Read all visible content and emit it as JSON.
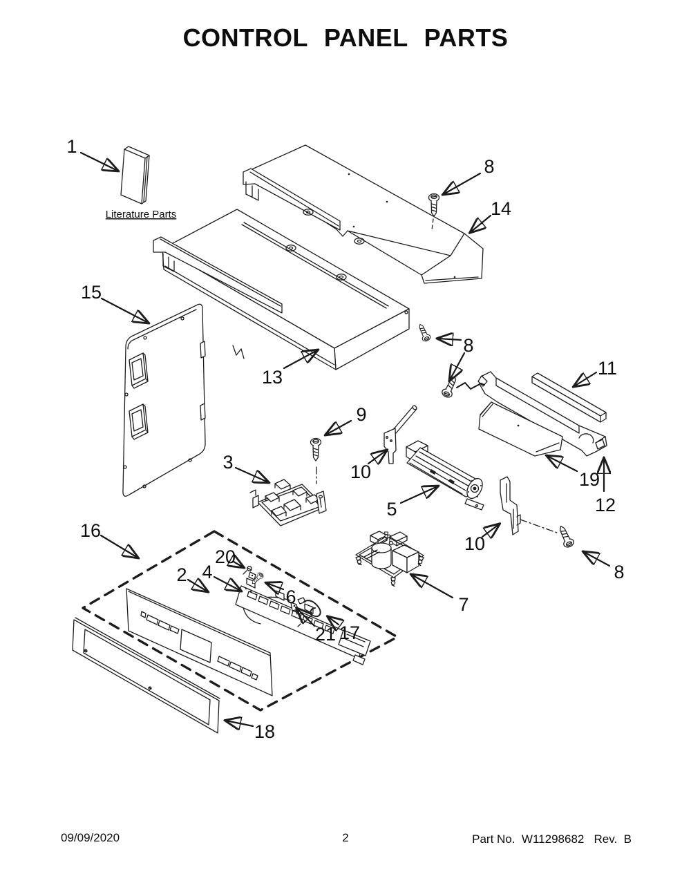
{
  "page": {
    "title": "CONTROL PANEL PARTS",
    "footer": {
      "date": "09/09/2020",
      "page_number": "2",
      "part_info": "Part No.  W11298682   Rev.  B"
    }
  },
  "diagram": {
    "literature_label": "Literature Parts",
    "callouts": [
      {
        "label": "1"
      },
      {
        "label": "8"
      },
      {
        "label": "14"
      },
      {
        "label": "13"
      },
      {
        "label": "15"
      },
      {
        "label": "8"
      },
      {
        "label": "11"
      },
      {
        "label": "9"
      },
      {
        "label": "10"
      },
      {
        "label": "5"
      },
      {
        "label": "3"
      },
      {
        "label": "19"
      },
      {
        "label": "12"
      },
      {
        "label": "10"
      },
      {
        "label": "8"
      },
      {
        "label": "7"
      },
      {
        "label": "16"
      },
      {
        "label": "20"
      },
      {
        "label": "2"
      },
      {
        "label": "4"
      },
      {
        "label": "6"
      },
      {
        "label": "21"
      },
      {
        "label": "17"
      },
      {
        "label": "18"
      }
    ]
  }
}
